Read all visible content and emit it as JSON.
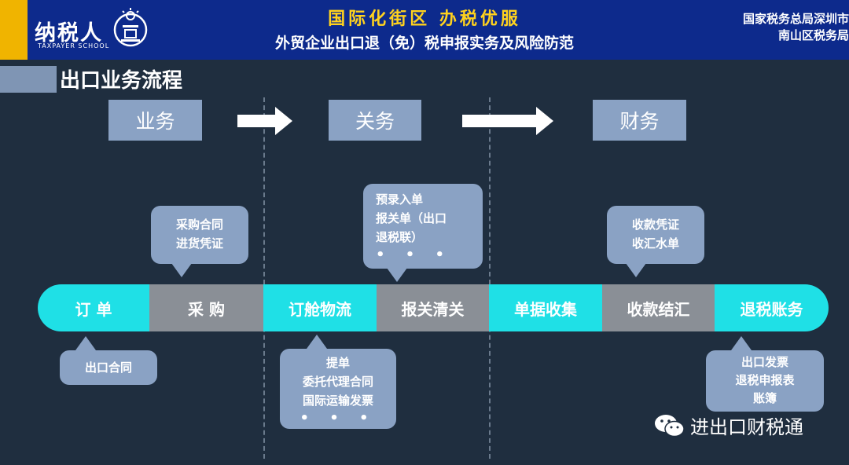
{
  "header": {
    "logo_text": "纳税人",
    "logo_sub": "TAXPAYER SCHOOL",
    "slogan": "国际化街区 办税优服",
    "subtitle": "外贸企业出口退（免）税申报实务及风险防范",
    "org_line1": "国家税务总局深圳市",
    "org_line2": "南山区税务局"
  },
  "section_title": "出口业务流程",
  "stages": [
    "业务",
    "关务",
    "财务"
  ],
  "flow": [
    {
      "label": "订  单",
      "color": "cyan"
    },
    {
      "label": "采  购",
      "color": "gray"
    },
    {
      "label": "订舱物流",
      "color": "cyan"
    },
    {
      "label": "报关清关",
      "color": "gray"
    },
    {
      "label": "单据收集",
      "color": "cyan"
    },
    {
      "label": "收款结汇",
      "color": "gray"
    },
    {
      "label": "退税账务",
      "color": "cyan"
    }
  ],
  "bubbles": {
    "purchase": [
      "采购合同",
      "进货凭证"
    ],
    "customs": [
      "预录入单",
      "报关单（出口",
      "退税联）",
      "• • •"
    ],
    "payment": [
      "收款凭证",
      "收汇水单"
    ],
    "order": [
      "出口合同"
    ],
    "shipping": [
      "提单",
      "委托代理合同",
      "国际运输发票",
      "• • •"
    ],
    "tax": [
      "出口发票",
      "退税申报表",
      "账簿"
    ]
  },
  "watermark": "进出口财税通",
  "colors": {
    "background": "#1f2e3f",
    "header": "#0d2a8c",
    "accent": "#f0b400",
    "slogan": "#ffd21e",
    "stage_box": "#8aa2c4",
    "cyan_segment": "#1fe0e6",
    "gray_segment": "#8a8f96"
  }
}
